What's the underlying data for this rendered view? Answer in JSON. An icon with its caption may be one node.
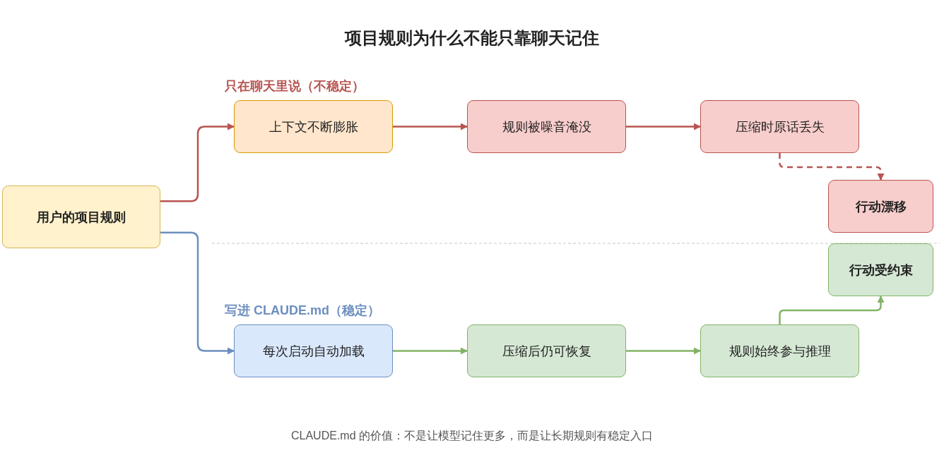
{
  "diagram": {
    "title": "项目规则为什么不能只靠聊天记住",
    "caption": "CLAUDE.md 的价值：不是让模型记住更多，而是让长期规则有稳定入口",
    "nodes": [
      {
        "text": [
          "用户的项目规则"
        ]
      },
      {
        "text": [
          "上下文不断膨胀"
        ]
      },
      {
        "text": [
          "规则被噪音淹没"
        ]
      },
      {
        "text": [
          "压缩时原话丢失"
        ]
      },
      {
        "text": [
          "行动漂移"
        ]
      },
      {
        "text": [
          "每次启动自动加载"
        ]
      },
      {
        "text": [
          "压缩后仍可恢复"
        ]
      },
      {
        "text": [
          "规则始终参与推理"
        ]
      },
      {
        "text": [
          "行动受约束"
        ]
      }
    ],
    "edges": [
      {
        "from": 0,
        "to": 1,
        "arrow": "to"
      },
      {
        "from": 1,
        "to": 2,
        "arrow": "to"
      },
      {
        "from": 2,
        "to": 3,
        "arrow": "to"
      },
      {
        "from": 3,
        "to": 4,
        "arrow": "to",
        "style": "dashed"
      },
      {
        "from": 0,
        "to": 5,
        "arrow": "to",
        "color": "#6c8ebf"
      },
      {
        "from": 5,
        "to": 6,
        "arrow": "to",
        "color": "#82b366"
      },
      {
        "from": 6,
        "to": 7,
        "arrow": "to",
        "color": "#82b366"
      },
      {
        "from": 7,
        "to": 8,
        "arrow": "to",
        "color": "#82b366"
      }
    ],
    "labels": [
      "只在聊天里说（不稳定）",
      "写进 CLAUDE.md（稳定）"
    ]
  }
}
